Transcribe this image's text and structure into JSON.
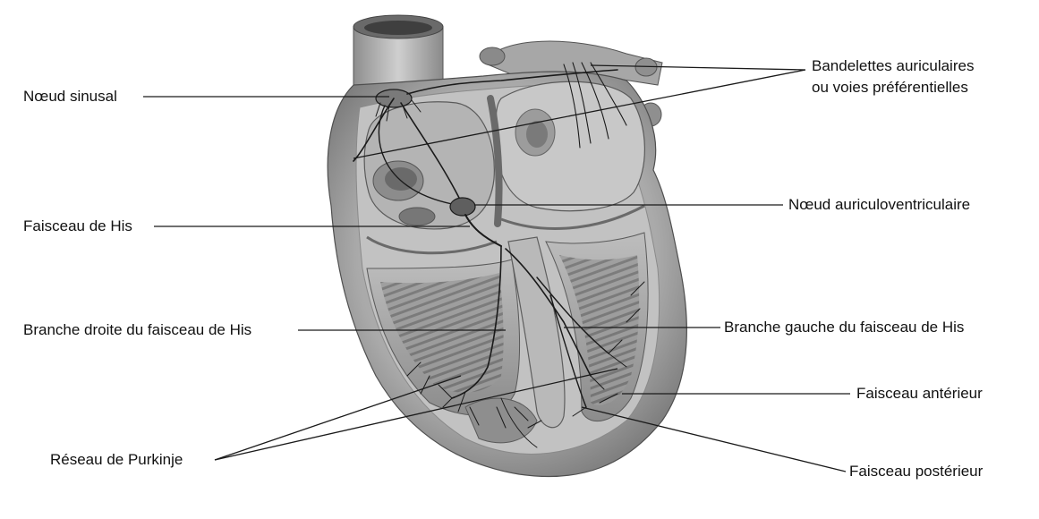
{
  "diagram": {
    "labels": {
      "noeud_sinusal": "Nœud sinusal",
      "faisceau_his": "Faisceau de His",
      "branche_droite": "Branche droite du faisceau de His",
      "reseau_purkinje": "Réseau de Purkinje",
      "bandelettes_line1": "Bandelettes auriculaires",
      "bandelettes_line2": "ou voies préférentielles",
      "noeud_av": "Nœud auriculoventriculaire",
      "branche_gauche": "Branche gauche du faisceau de His",
      "faisceau_anterieur": "Faisceau antérieur",
      "faisceau_posterieur": "Faisceau postérieur"
    },
    "colors": {
      "line": "#1a1a1a",
      "tissue_light": "#d9d9d9",
      "tissue_mid": "#a8a8a8",
      "tissue_dark": "#6e6e6e"
    }
  }
}
